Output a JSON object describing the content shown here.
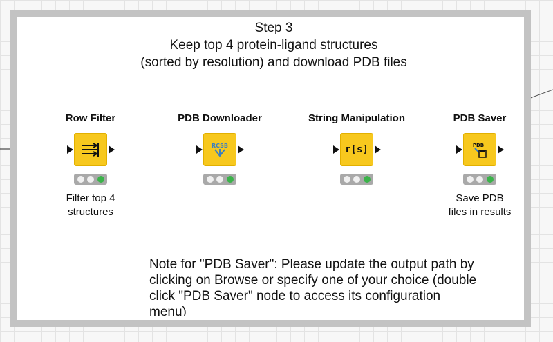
{
  "annotation": {
    "title_lines": [
      "Step 3",
      "Keep top 4 protein-ligand structures",
      "(sorted by resolution) and download PDB files"
    ],
    "note_lines": [
      "Note for \"PDB Saver\": Please update the output path by",
      "clicking on Browse or specify one of your choice (double",
      "click \"PDB Saver\" node to access its configuration",
      "menu)"
    ]
  },
  "colors": {
    "node_body": "#f7c81e",
    "annotation_border": "#c3c3c3",
    "traffic_off": "#f0f0f0",
    "traffic_on": "#3bb34a"
  },
  "nodes": [
    {
      "title": "Row Filter",
      "icon": "row-filter-icon",
      "icon_text": "",
      "status": "executed",
      "desc_lines": [
        "Filter top 4",
        "structures"
      ]
    },
    {
      "title": "PDB Downloader",
      "icon": "rcsb-download-icon",
      "icon_text": "RCSB",
      "status": "executed",
      "desc_lines": []
    },
    {
      "title": "String Manipulation",
      "icon": "string-manipulation-icon",
      "icon_text": "r[s]",
      "status": "executed",
      "desc_lines": []
    },
    {
      "title": "PDB Saver",
      "icon": "pdb-saver-icon",
      "icon_text": "PDB",
      "status": "executed",
      "desc_lines": [
        "Save PDB",
        "files in results"
      ]
    }
  ]
}
